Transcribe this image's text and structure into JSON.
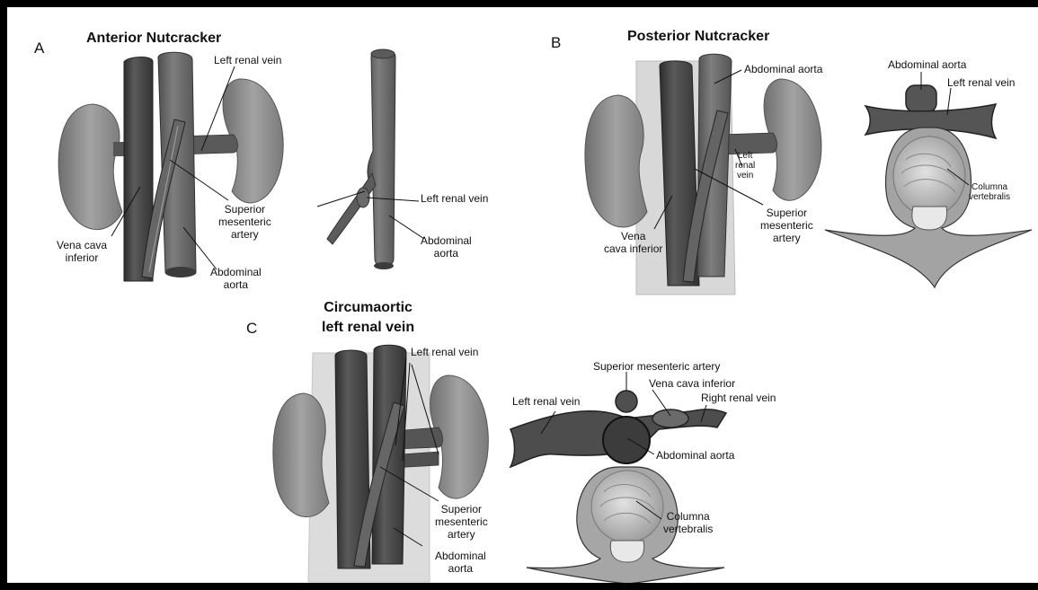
{
  "panels": {
    "a": {
      "letter": "A",
      "title": "Anterior Nutcracker",
      "labels": {
        "lrv_1": "Left renal vein",
        "ivc": "Vena cava\ninferior",
        "sma": "Superior\nmesenteric\nartery",
        "aorta_1": "Abdominal\naorta",
        "lrv_2": "Left renal vein",
        "aorta_2": "Abdominal\naorta"
      }
    },
    "b": {
      "letter": "B",
      "title": "Posterior Nutcracker",
      "labels": {
        "aorta_1": "Abdominal aorta",
        "lrv_1": "Left\nrenal\nvein",
        "sma": "Superior\nmesenteric\nartery",
        "ivc": "Vena\ncava inferior",
        "aorta_2": "Abdominal aorta",
        "lrv_2": "Left renal vein",
        "spine": "Columna\nvertebralis"
      }
    },
    "c": {
      "letter": "C",
      "title": "Circumaortic\nleft renal vein",
      "labels": {
        "lrv_1": "Left renal vein",
        "sma_1": "Superior\nmesenteric\nartery",
        "aorta_1": "Abdominal\naorta",
        "sma_2": "Superior mesenteric artery",
        "ivc": "Vena cava inferior",
        "lrv_2": "Left renal vein",
        "rrv": "Right renal vein",
        "aorta_2": "Abdominal aorta",
        "spine": "Columna\nvertebralis"
      }
    }
  },
  "colors": {
    "kidney": "#8e8e8e",
    "vena_cava": "#4a4a4a",
    "aorta": "#6b6b6b",
    "artery": "#5a5a5a",
    "vertebra": "#a9a9a9",
    "vertebra_light": "#d9d9d9",
    "frame": "#000000"
  }
}
